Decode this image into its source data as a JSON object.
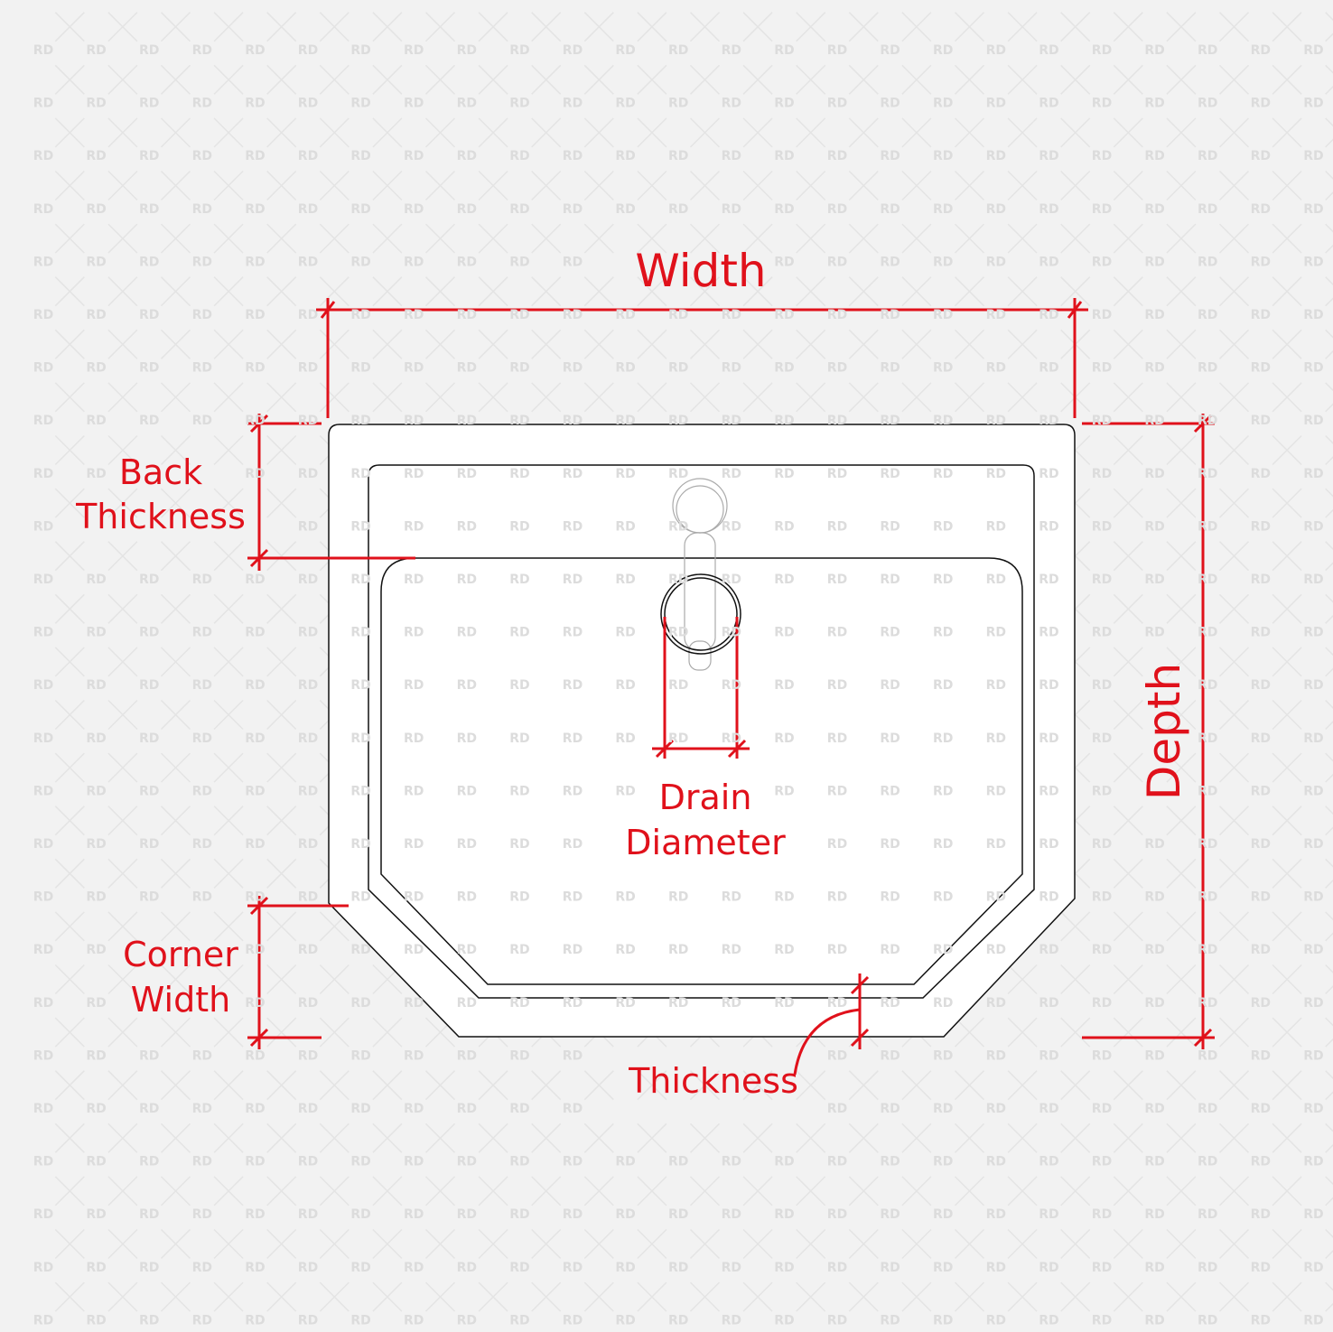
{
  "watermark": "RD",
  "colors": {
    "background": "#f2f2f2",
    "dimension": "#e0111b",
    "outline": "#111111",
    "watermark": "#dcdcdc"
  },
  "labels": {
    "width": "Width",
    "depth": "Depth",
    "back_thickness_line1": "Back",
    "back_thickness_line2": "Thickness",
    "drain_diameter_line1": "Drain",
    "drain_diameter_line2": "Diameter",
    "corner_width_line1": "Corner",
    "corner_width_line2": "Width",
    "thickness": "Thickness"
  }
}
